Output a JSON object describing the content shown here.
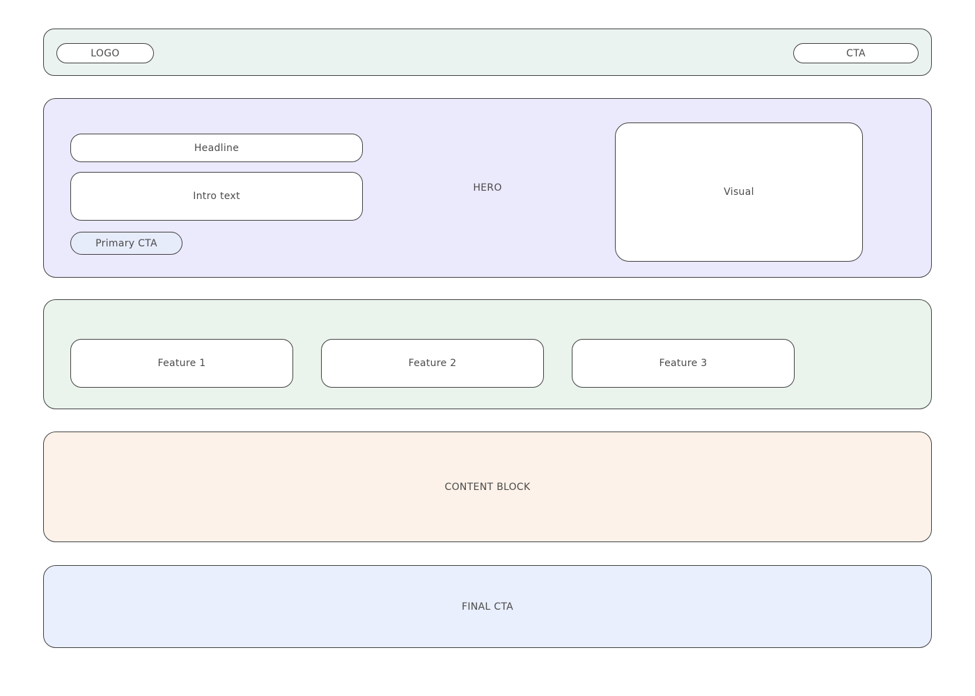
{
  "header": {
    "logo_label": "LOGO",
    "cta_label": "CTA",
    "bg": "#eaf3f0"
  },
  "hero": {
    "label": "HERO",
    "headline_label": "Headline",
    "intro_label": "Intro text",
    "primary_cta_label": "Primary CTA",
    "visual_label": "Visual",
    "bg": "#ebe9fc",
    "primary_cta_bg": "#e7ecfb"
  },
  "features": {
    "bg": "#eaf4ec",
    "items": [
      {
        "label": "Feature 1"
      },
      {
        "label": "Feature 2"
      },
      {
        "label": "Feature 3"
      }
    ]
  },
  "content_block": {
    "label": "CONTENT BLOCK",
    "bg": "#fdf2e9"
  },
  "final_cta": {
    "label": "FINAL CTA",
    "bg": "#e9effc"
  },
  "colors": {
    "page_bg": "#ffffff",
    "box_bg": "#ffffff",
    "border": "#3f3f3f",
    "text": "#4a4a4a"
  }
}
